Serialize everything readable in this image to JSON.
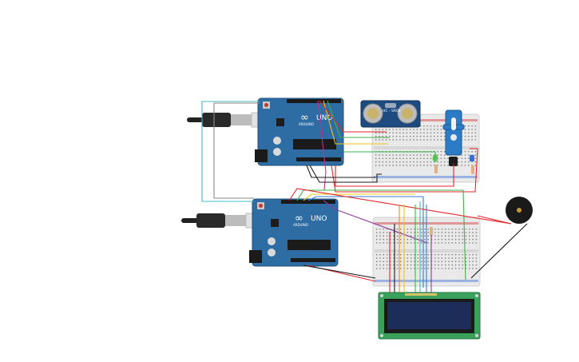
{
  "canvas": {
    "background": "#ffffff"
  },
  "arduino_top": {
    "brand_text": "ARDUINO",
    "model_text": "UNO",
    "board_color": "#2e6da4"
  },
  "arduino_bottom": {
    "brand_text": "ARDUINO",
    "model_text": "UNO",
    "board_color": "#2e6da4"
  },
  "ultrasonic_sensor": {
    "model_text": "HC - SR04",
    "board_color": "#1d4a7f"
  },
  "servo": {
    "body_color": "#2b7bc6"
  },
  "lcd": {
    "board_color": "#3aa15c",
    "screen_color": "#1c2d5a"
  },
  "buzzer": {
    "color": "#1a1a1a"
  },
  "wire_colors": {
    "red": "#e3262b",
    "black": "#1a1a1a",
    "green": "#3cb44b",
    "yellow": "#f0c419",
    "orange": "#f08a24",
    "blue": "#3a7bd5",
    "cyan": "#47b8c4",
    "purple": "#8e3c9a",
    "magenta": "#c02f8e",
    "grey": "#8a8a8a"
  },
  "icons": {
    "usb_cable": "usb-cable-icon",
    "led": "led-icon",
    "resistor": "resistor-icon",
    "transistor": "transistor-icon"
  }
}
